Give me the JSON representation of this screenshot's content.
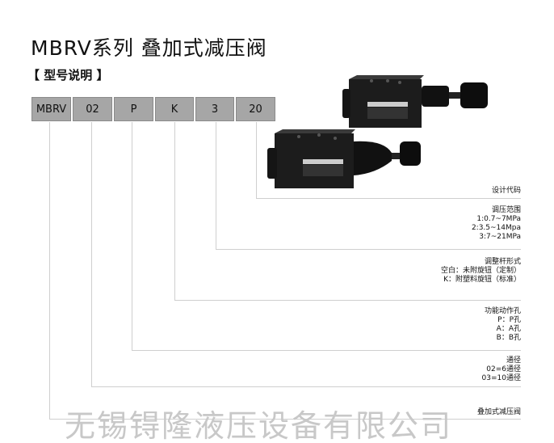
{
  "title": "MBRV系列 叠加式减压阀",
  "subtitle": "【 型号说明 】",
  "code_boxes": [
    "MBRV",
    "02",
    "P",
    "K",
    "3",
    "20"
  ],
  "descriptions": [
    {
      "heading": "设计代码",
      "lines": []
    },
    {
      "heading": "调压范围",
      "lines": [
        "1:0.7~7MPa",
        "2:3.5~14Mpa",
        "3:7~21MPa"
      ]
    },
    {
      "heading": "调整杆形式",
      "lines": [
        "空白：未附旋钮（定制）",
        "K：附塑料旋钮（标准）"
      ]
    },
    {
      "heading": "功能动作孔",
      "lines": [
        "P：P孔",
        "A：A孔",
        "B：B孔"
      ]
    },
    {
      "heading": "通径",
      "lines": [
        "02=6通径",
        "03=10通径"
      ]
    },
    {
      "heading": "叠加式减压阀",
      "lines": []
    }
  ],
  "watermark": "无锡锝隆液压设备有限公司"
}
